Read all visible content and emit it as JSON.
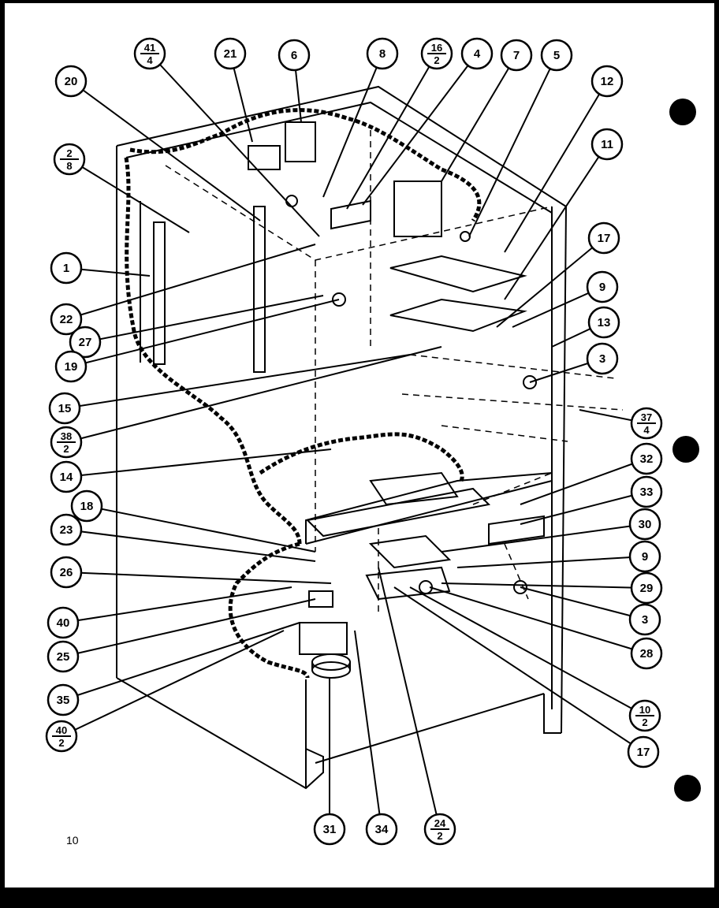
{
  "page_number": "10",
  "callouts": [
    {
      "id": "c41",
      "num": "41",
      "den": "4"
    },
    {
      "id": "c21",
      "num": "21"
    },
    {
      "id": "c6",
      "num": "6"
    },
    {
      "id": "c8",
      "num": "8"
    },
    {
      "id": "c16",
      "num": "16",
      "den": "2"
    },
    {
      "id": "c4",
      "num": "4"
    },
    {
      "id": "c7",
      "num": "7"
    },
    {
      "id": "c5",
      "num": "5"
    },
    {
      "id": "c20",
      "num": "20"
    },
    {
      "id": "c12",
      "num": "12"
    },
    {
      "id": "c11",
      "num": "11"
    },
    {
      "id": "c2",
      "num": "2",
      "den": "8"
    },
    {
      "id": "c17a",
      "num": "17"
    },
    {
      "id": "c1",
      "num": "1"
    },
    {
      "id": "c9a",
      "num": "9"
    },
    {
      "id": "c22",
      "num": "22"
    },
    {
      "id": "c13",
      "num": "13"
    },
    {
      "id": "c27",
      "num": "27"
    },
    {
      "id": "c19",
      "num": "19"
    },
    {
      "id": "c3a",
      "num": "3"
    },
    {
      "id": "c15",
      "num": "15"
    },
    {
      "id": "c37",
      "num": "37",
      "den": "4"
    },
    {
      "id": "c38",
      "num": "38",
      "den": "2"
    },
    {
      "id": "c32",
      "num": "32"
    },
    {
      "id": "c14",
      "num": "14"
    },
    {
      "id": "c33",
      "num": "33"
    },
    {
      "id": "c18",
      "num": "18"
    },
    {
      "id": "c30",
      "num": "30"
    },
    {
      "id": "c23",
      "num": "23"
    },
    {
      "id": "c9b",
      "num": "9"
    },
    {
      "id": "c26",
      "num": "26"
    },
    {
      "id": "c29",
      "num": "29"
    },
    {
      "id": "c40a",
      "num": "40"
    },
    {
      "id": "c3b",
      "num": "3"
    },
    {
      "id": "c25",
      "num": "25"
    },
    {
      "id": "c28",
      "num": "28"
    },
    {
      "id": "c35",
      "num": "35"
    },
    {
      "id": "c10",
      "num": "10",
      "den": "2"
    },
    {
      "id": "c40b",
      "num": "40",
      "den": "2"
    },
    {
      "id": "c17b",
      "num": "17"
    },
    {
      "id": "c31",
      "num": "31"
    },
    {
      "id": "c34",
      "num": "34"
    },
    {
      "id": "c24",
      "num": "24",
      "den": "2"
    }
  ]
}
